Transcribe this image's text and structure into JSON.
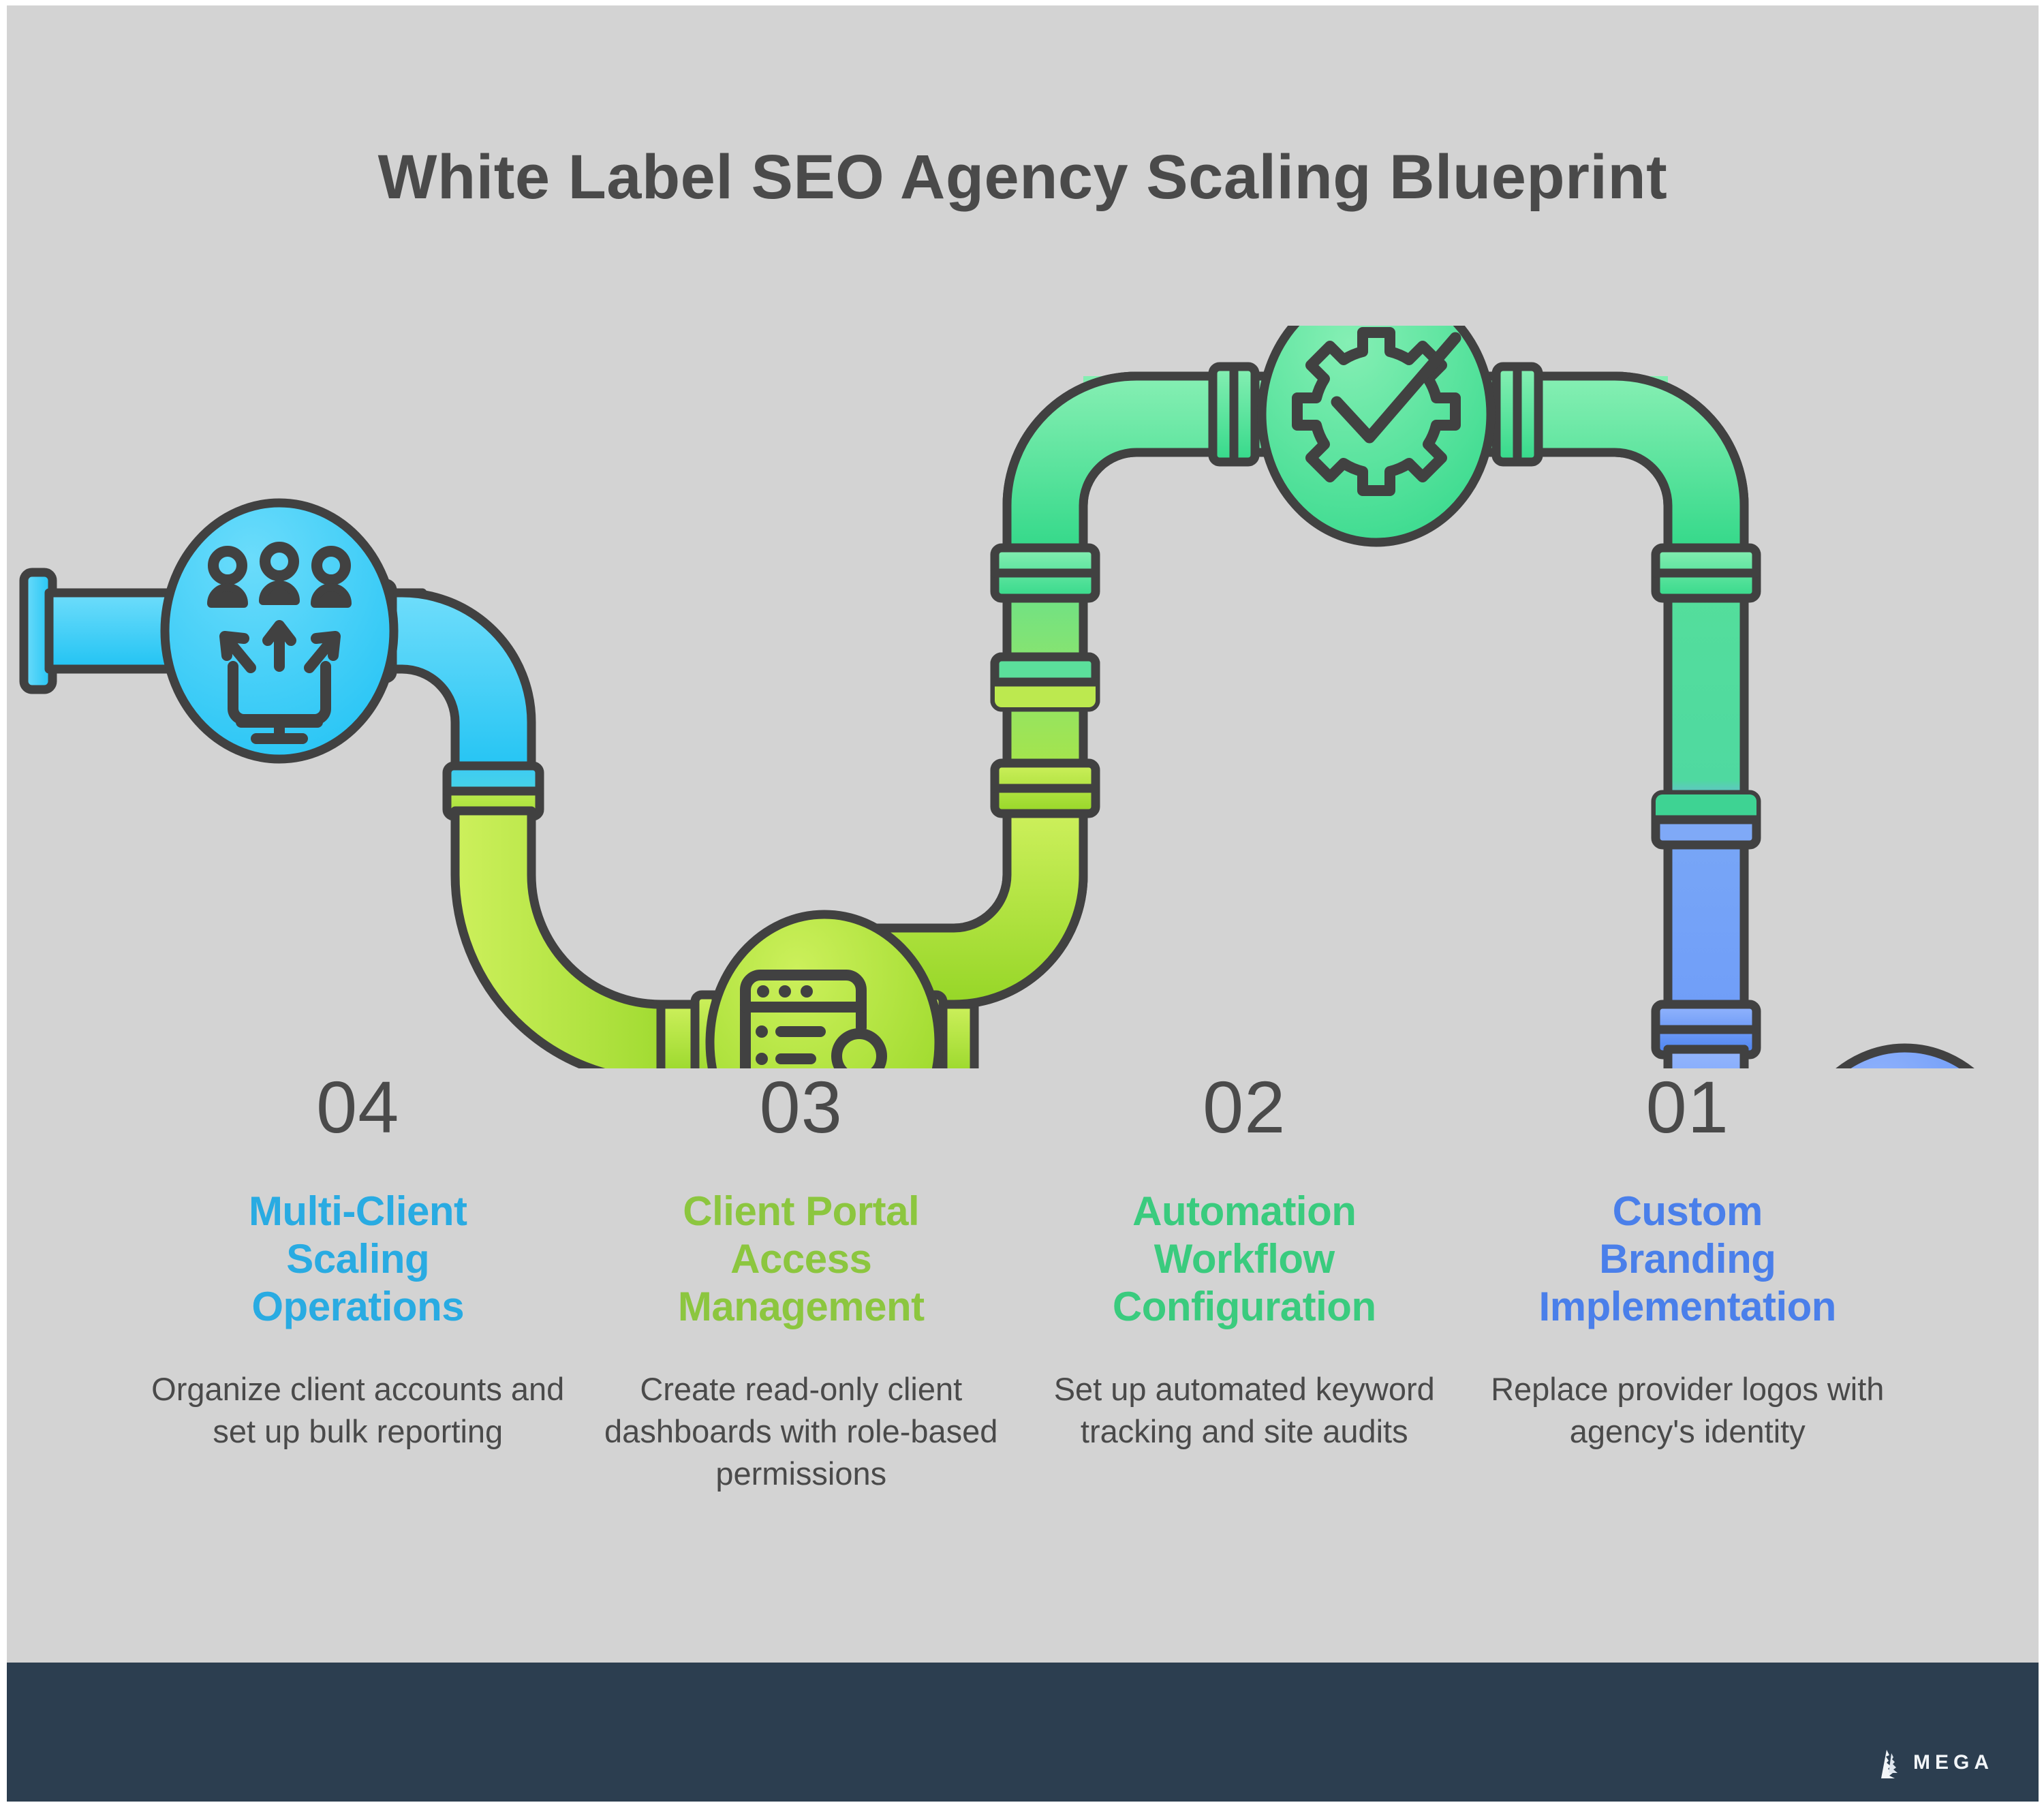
{
  "page": {
    "title": "White Label SEO Agency Scaling Blueprint",
    "background_color": "#d3d3d3",
    "footer_color": "#2c3e50",
    "text_color": "#4a4a4a"
  },
  "steps": [
    {
      "number": "04",
      "title": "Multi-Client Scaling Operations",
      "title_line1": "Multi-Client",
      "title_line2": "Scaling",
      "title_line3": "Operations",
      "description": "Organize client accounts and set up bulk reporting",
      "color": "#29ABE2",
      "pipe_color": "#4ED2F8",
      "icon": "users-scaling-icon"
    },
    {
      "number": "03",
      "title": "Client Portal Access Management",
      "title_line1": "Client Portal",
      "title_line2": "Access",
      "title_line3": "Management",
      "description": "Create read-only client dashboards with role-based permissions",
      "color": "#8CC63F",
      "pipe_color": "#B6E84A",
      "icon": "client-portal-icon"
    },
    {
      "number": "02",
      "title": "Automation Workflow Configuration",
      "title_line1": "Automation",
      "title_line2": "Workflow",
      "title_line3": "Configuration",
      "description": "Set up automated keyword tracking and site audits",
      "color": "#3ACB7E",
      "pipe_color": "#62E5A0",
      "icon": "gear-check-icon"
    },
    {
      "number": "01",
      "title": "Custom Branding Implementation",
      "title_line1": "Custom",
      "title_line2": "Branding",
      "title_line3": "Implementation",
      "description": "Replace provider logos with agency's identity",
      "color": "#4A7FEA",
      "pipe_color": "#6E9CF9",
      "icon": "dashboard-analytics-icon"
    }
  ],
  "footer": {
    "brand_name": "MEGA",
    "brand_icon": "mega-statue-icon"
  }
}
